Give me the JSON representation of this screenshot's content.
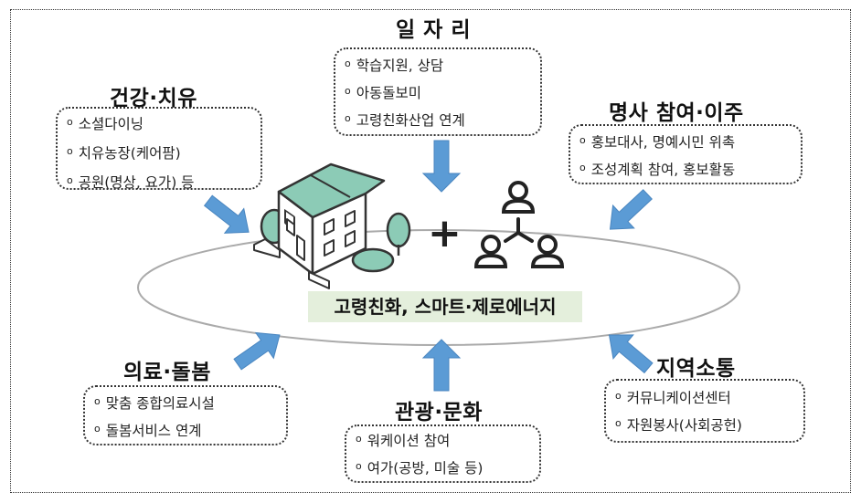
{
  "center_label": "고령친화, 스마트·제로에너지",
  "plus_sign": "+",
  "colors": {
    "arrow": "#5b9bd5",
    "house_green": "#8ccbb6",
    "center_bg": "#e4efdc",
    "ellipse": "#aaaaaa"
  },
  "categories": [
    {
      "id": "health",
      "title": "건강·치유",
      "items": [
        "소셜다이닝",
        "치유농장(케어팜)",
        "공원(명상, 요가) 등"
      ]
    },
    {
      "id": "jobs",
      "title": "일 자 리",
      "items": [
        "학습지원, 상담",
        "아동돌보미",
        "고령친화산업 연계"
      ]
    },
    {
      "id": "participation",
      "title": "명사 참여·이주",
      "items": [
        "홍보대사, 명예시민 위촉",
        "조성계획 참여, 홍보활동"
      ]
    },
    {
      "id": "medical",
      "title": "의료·돌봄",
      "items": [
        "맞춤 종합의료시설",
        "돌봄서비스 연계"
      ]
    },
    {
      "id": "tourism",
      "title": "관광·문화",
      "items": [
        "워케이션 참여",
        "여가(공방, 미술 등)"
      ]
    },
    {
      "id": "community",
      "title": "지역소통",
      "items": [
        "커뮤니케이션센터",
        "자원봉사(사회공헌)"
      ]
    }
  ],
  "bullet": "o"
}
